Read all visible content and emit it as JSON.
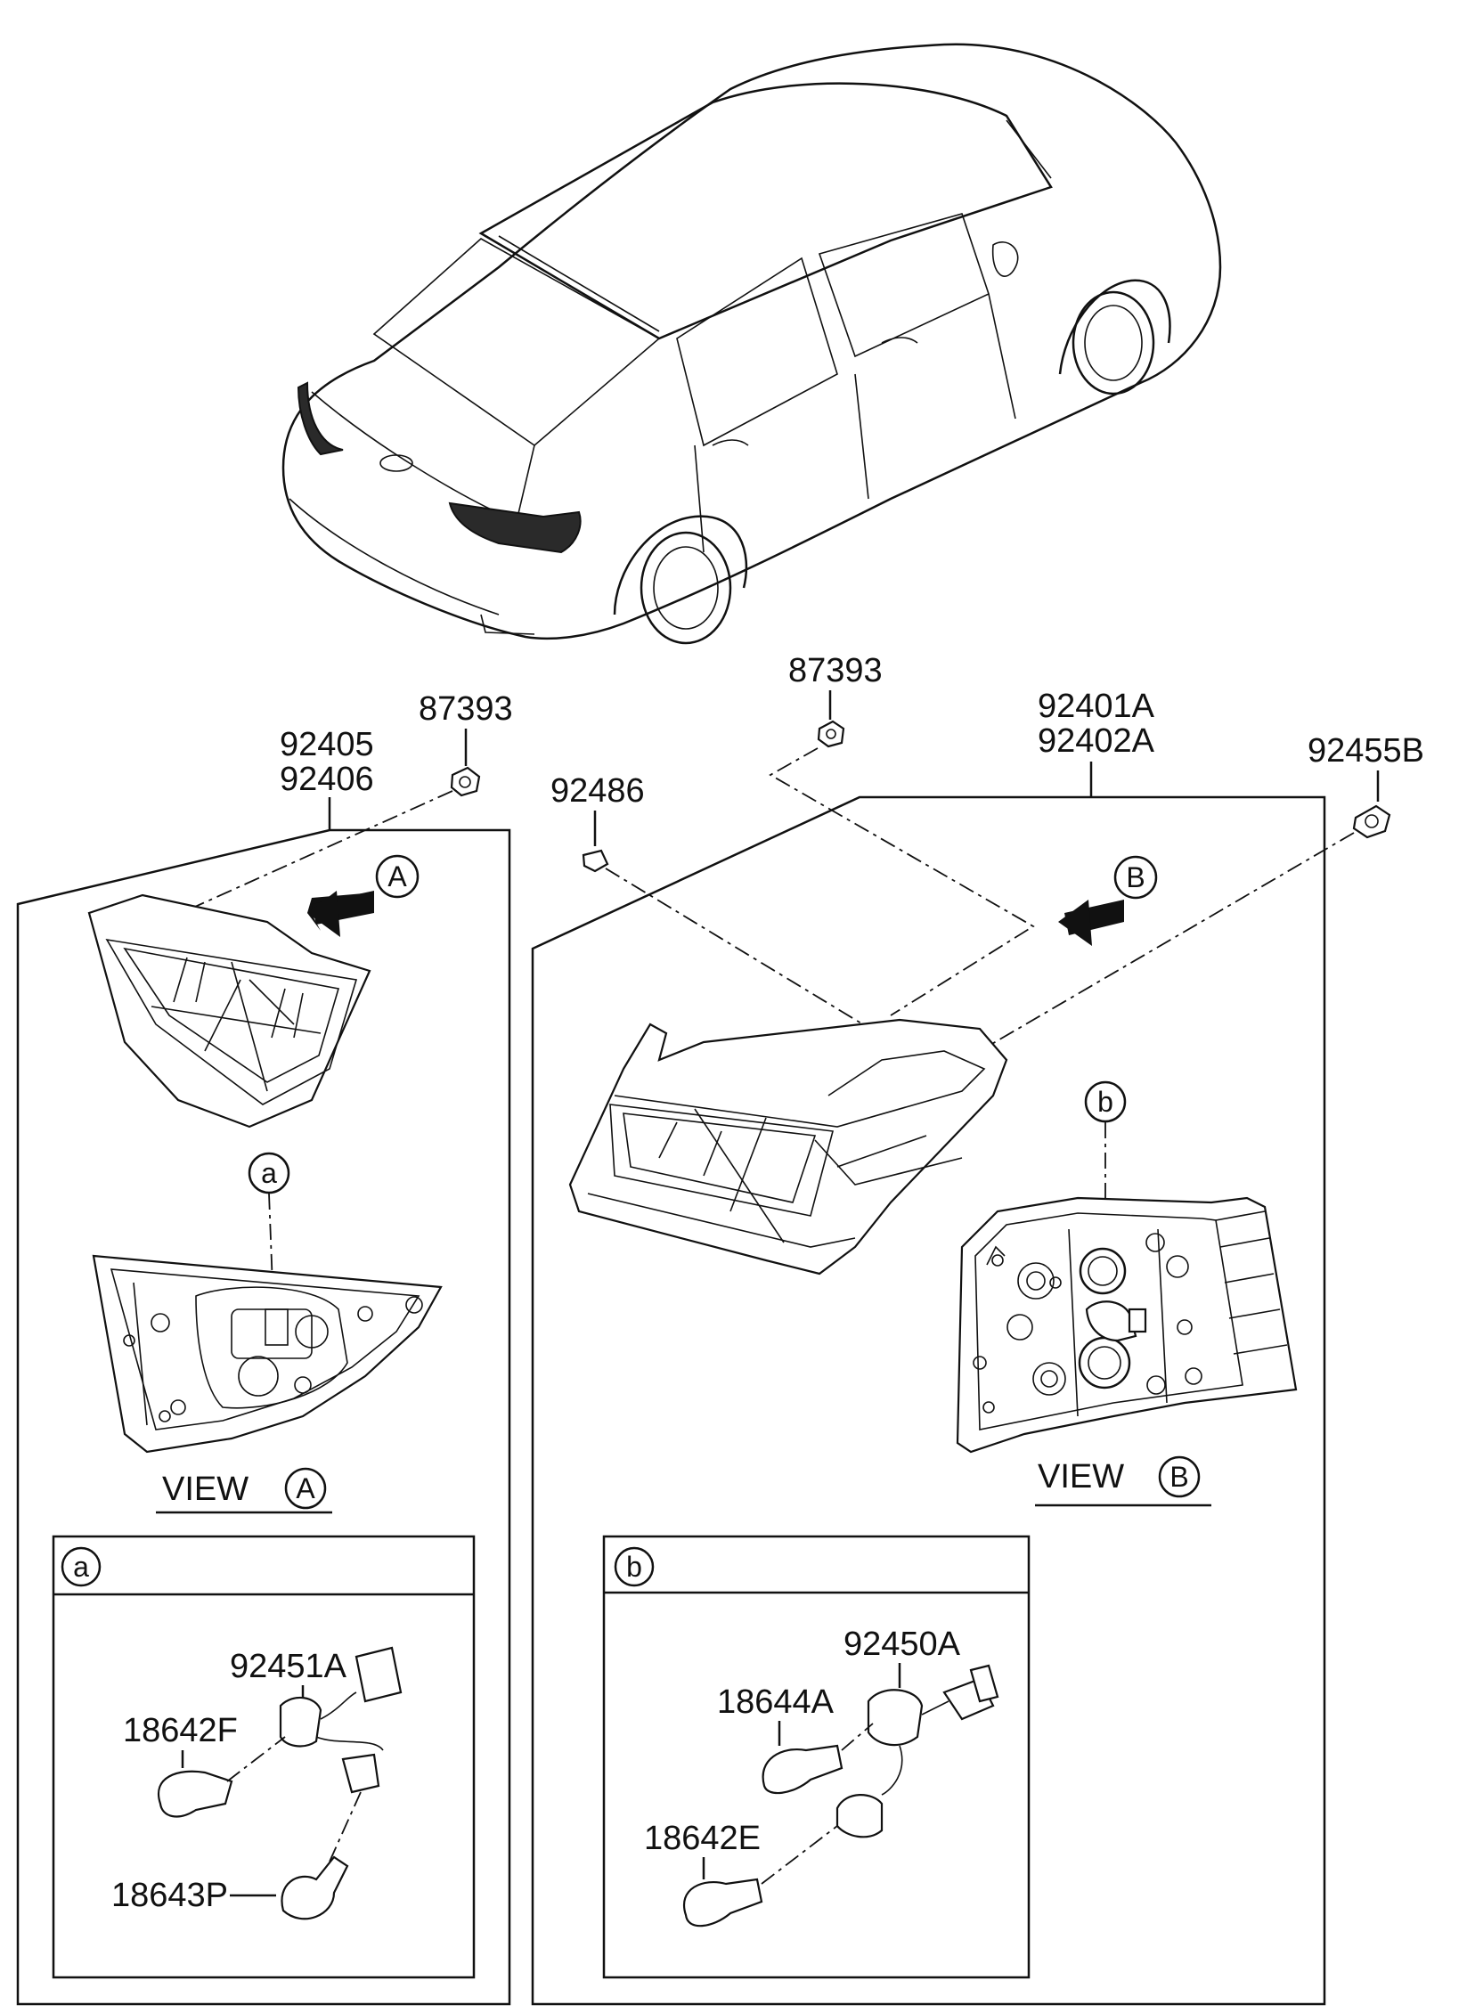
{
  "parts": {
    "p87393_left": "87393",
    "p87393_right": "87393",
    "p92405": "92405",
    "p92406": "92406",
    "p92486": "92486",
    "p92401A": "92401A",
    "p92402A": "92402A",
    "p92455B": "92455B",
    "p92451A": "92451A",
    "p18642F": "18642F",
    "p18643P": "18643P",
    "p92450A": "92450A",
    "p18644A": "18644A",
    "p18642E": "18642E"
  },
  "callouts": {
    "A_arrow": "A",
    "B_arrow": "B",
    "a_inner": "a",
    "b_inner": "b",
    "a_box": "a",
    "b_box": "b"
  },
  "views": {
    "view_a_text": "VIEW",
    "view_a_letter": "A",
    "view_b_text": "VIEW",
    "view_b_letter": "B"
  }
}
